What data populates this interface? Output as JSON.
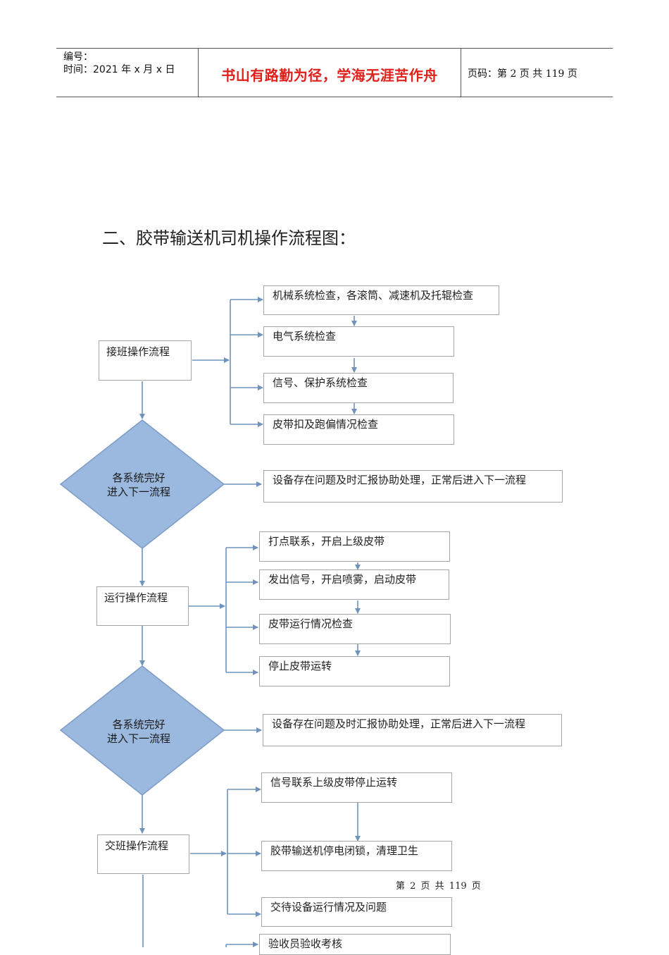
{
  "header": {
    "number_label": "编号：",
    "time_label": "时间：2021 年 x 月 x 日",
    "motto": "书山有路勤为径，学海无涯苦作舟",
    "page_info": "页码：第 2 页  共 119 页"
  },
  "section_title": "二、胶带输送机司机操作流程图：",
  "flow": {
    "handover_in": "接班操作流程",
    "check_items": [
      "机械系统检查，各滚筒、减速机及托辊检查",
      "电气系统检查",
      "信号、保护系统检查",
      "皮带扣及跑偏情况检查"
    ],
    "decision_1": [
      "各系统完好",
      "进入下一流程"
    ],
    "issue_1": "设备存在问题及时汇报协助处理，正常后进入下一流程",
    "run": "运行操作流程",
    "run_items": [
      "打点联系，开启上级皮带",
      "发出信号，开启喷雾，启动皮带",
      "皮带运行情况检查",
      "停止皮带运转"
    ],
    "decision_2": [
      "各系统完好",
      "进入下一流程"
    ],
    "issue_2": "设备存在问题及时汇报协助处理，正常后进入下一流程",
    "handover_out": "交班操作流程",
    "handover_items": [
      "信号联系上级皮带停止运转",
      "胶带输送机停电闭锁，清理卫生",
      "交待设备运行情况及问题",
      "验收员验收考核"
    ]
  },
  "footer": "第 2 页 共 119 页",
  "colors": {
    "arrow": "#6f93bd",
    "diamond_fill": "#9bb8de",
    "diamond_stroke": "#7d9cc6",
    "motto": "#e0201b"
  }
}
